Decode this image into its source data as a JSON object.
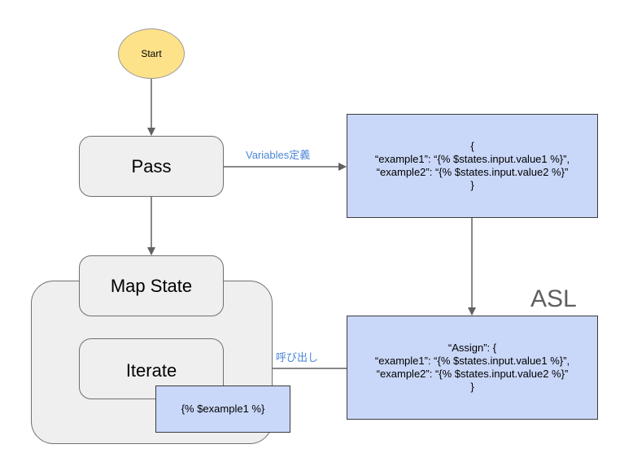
{
  "nodes": {
    "start": {
      "label": "Start",
      "color": "#fde28a"
    },
    "pass": {
      "label": "Pass"
    },
    "map_state": {
      "label": "Map State"
    },
    "iterate": {
      "label": "Iterate"
    },
    "variables_json": {
      "lines": [
        "{",
        "“example1”: “{% $states.input.value1 %}”,",
        "“example2”: “{% $states.input.value2 %}”",
        "}"
      ]
    },
    "assign_json": {
      "lines": [
        "“Assign”: {",
        "“example1”: “{% $states.input.value1 %}”,",
        "“example2”: “{% $states.input.value2 %}”",
        "}"
      ]
    },
    "iterate_expr": {
      "label": "{% $example1 %}"
    }
  },
  "edges": {
    "variables_label": "Variables定義",
    "invoke_label": "呼び出し"
  },
  "asl_title": "ASL",
  "colors": {
    "start_fill": "#fde28a",
    "state_fill": "#efefef",
    "json_fill": "#c9d7f8",
    "edge_label": "#4a86d9",
    "arrow": "#616161"
  }
}
